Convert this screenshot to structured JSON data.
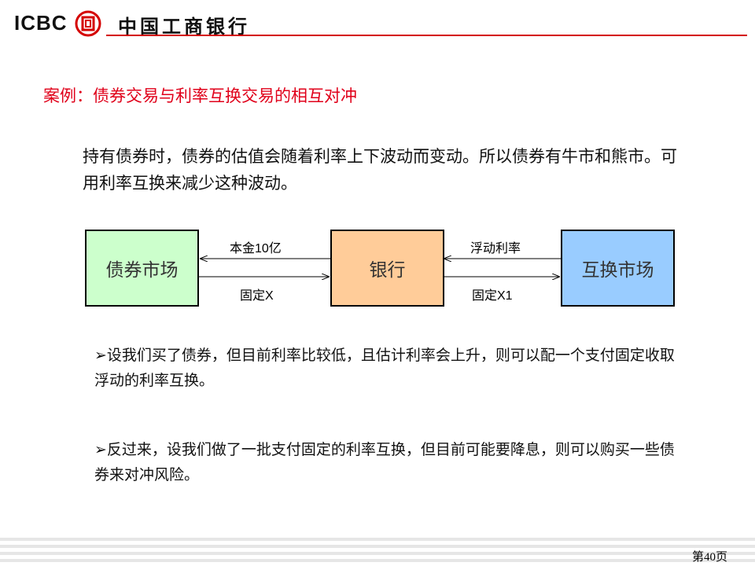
{
  "header": {
    "logo_en": "ICBC",
    "logo_cn": "中国工商银行",
    "brand_color": "#d40000"
  },
  "title": "案例：债券交易与利率互换交易的相互对冲",
  "intro": "持有债券时，债券的估值会随着利率上下波动而变动。所以债券有牛市和熊市。可用利率互换来减少这种波动。",
  "diagram": {
    "boxes": [
      {
        "label": "债券市场",
        "color": "#ccffcc"
      },
      {
        "label": "银行",
        "color": "#ffcc99"
      },
      {
        "label": "互换市场",
        "color": "#99ccff"
      }
    ],
    "arrows": {
      "principal": "本金10亿",
      "fixed_x": "固定X",
      "floating": "浮动利率",
      "fixed_x1": "固定X1"
    }
  },
  "bullets": [
    "设我们买了债券，但目前利率比较低，且估计利率会上升，则可以配一个支付固定收取浮动的利率互换。",
    "反过来，设我们做了一批支付固定的利率互换，但目前可能要降息，则可以购买一些债券来对冲风险。"
  ],
  "footer": {
    "page": "第40页"
  }
}
